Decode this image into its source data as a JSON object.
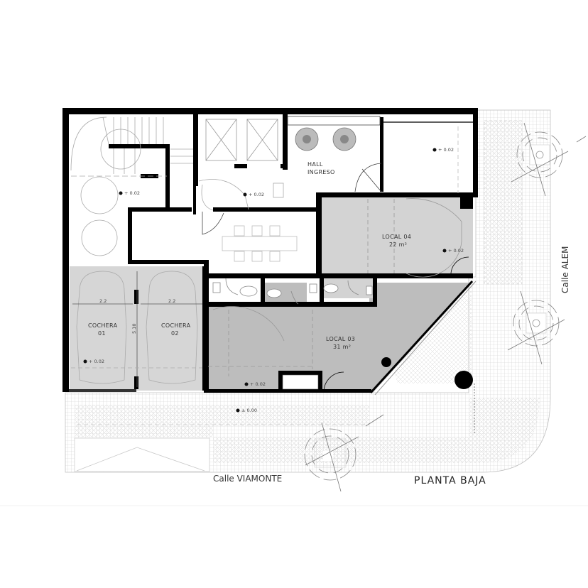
{
  "title": "PLANTA BAJA",
  "streets": {
    "south": "Calle VIAMONTE",
    "east": "Calle ALEM"
  },
  "rooms": [
    {
      "id": "hall",
      "name_line1": "HALL",
      "name_line2": "INGRESO"
    },
    {
      "id": "local04",
      "name_line1": "LOCAL 04",
      "name_line2": "22 m²"
    },
    {
      "id": "local03",
      "name_line1": "LOCAL 03",
      "name_line2": "31 m²"
    },
    {
      "id": "cochera01",
      "name_line1": "COCHERA",
      "name_line2": "01"
    },
    {
      "id": "cochera02",
      "name_line1": "COCHERA",
      "name_line2": "02"
    }
  ],
  "levels": {
    "stair_area": "+ 0.02",
    "lobby": "+ 0.02",
    "ne_room": "+ 0.02",
    "local04": "+ 0.02",
    "local03": "+ 0.02",
    "cochera01": "+ 0.02",
    "sidewalk": "± 0.00"
  },
  "dimensions": {
    "cochera01_width": "2.2",
    "cochera02_width": "2.2",
    "cochera_depth": "5.10"
  },
  "colors": {
    "wall": "#000000",
    "local_fill": "#bdbdbd",
    "local04_fill": "#d3d3d3",
    "cochera_fill": "#d6d6d6",
    "sidewalk_grid": "#c8c8c8",
    "furniture": "#9a9a9a"
  }
}
